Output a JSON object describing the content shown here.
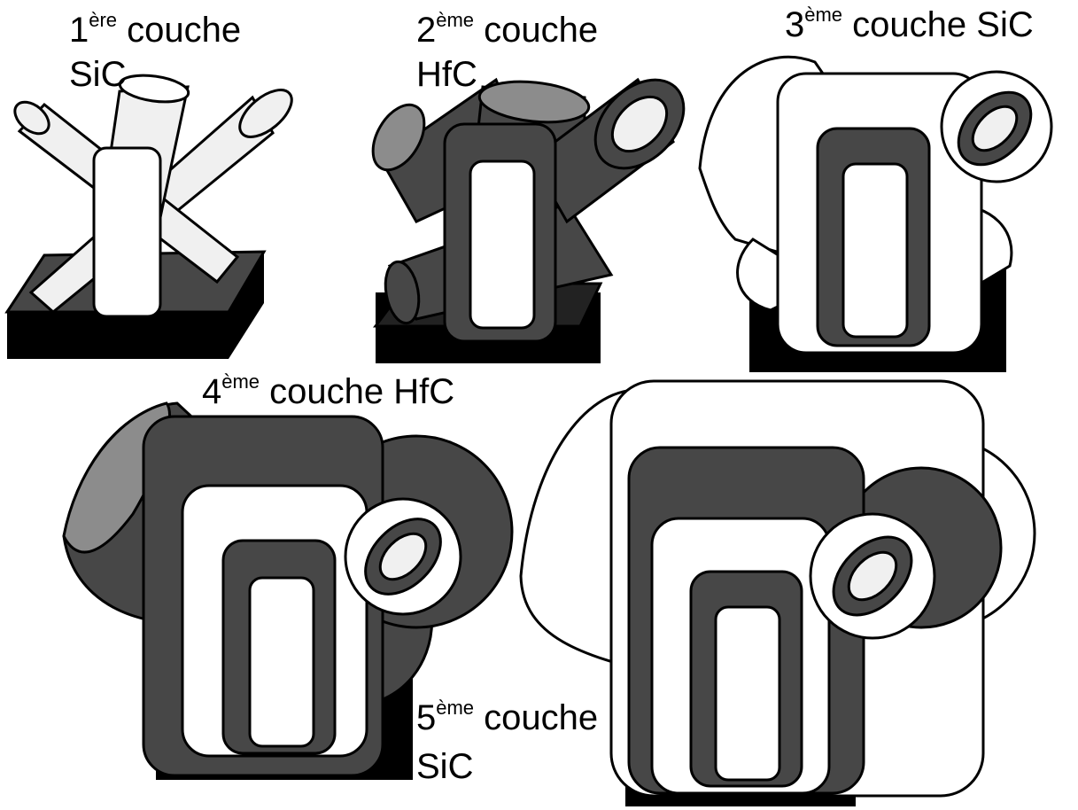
{
  "colors": {
    "dark_layer": "#474747",
    "light_layer": "#ffffff",
    "fiber_fill": "#f0f0f0",
    "substrate": "#000000",
    "dark_end_face": "#8c8c8c",
    "outline": "#000000"
  },
  "labels": {
    "layer1": {
      "num": "1",
      "sup": "ère",
      "word": "couche",
      "material": "SiC"
    },
    "layer2": {
      "num": "2",
      "sup": "ème",
      "word": "couche",
      "material": "HfC"
    },
    "layer3": {
      "num": "3",
      "sup": "ème",
      "word": "couche",
      "material": "SiC"
    },
    "layer4": {
      "num": "4",
      "sup": "ème",
      "word": "couche",
      "material": "HfC"
    },
    "layer5": {
      "num": "5",
      "sup": "ème",
      "word": "couche",
      "material": "SiC"
    }
  }
}
